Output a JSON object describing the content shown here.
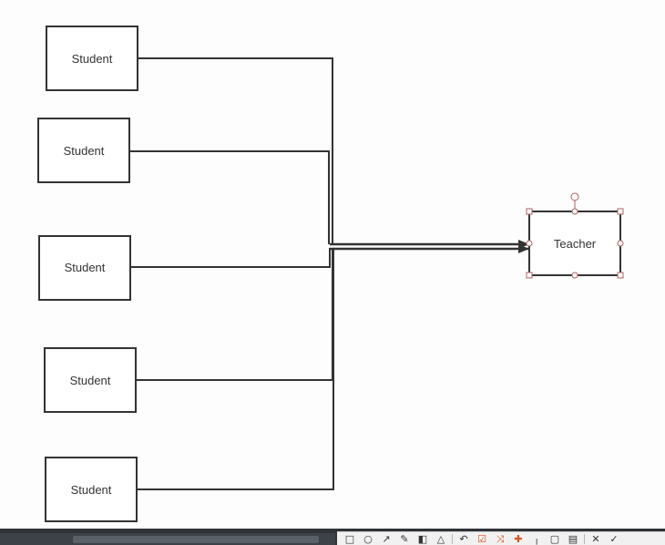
{
  "nodes": {
    "students": [
      {
        "label": "Student"
      },
      {
        "label": "Student"
      },
      {
        "label": "Student"
      },
      {
        "label": "Student"
      },
      {
        "label": "Student"
      }
    ],
    "teacher": {
      "label": "Teacher",
      "selected": true
    }
  },
  "colors": {
    "stroke": "#333333",
    "node_fill": "#ffffff",
    "selection_handle": "#b06060"
  },
  "toolbar": {
    "tools": [
      {
        "name": "rectangle-tool-icon",
        "glyph": "□"
      },
      {
        "name": "ellipse-tool-icon",
        "glyph": "○"
      },
      {
        "name": "arrow-tool-icon",
        "glyph": "↗"
      },
      {
        "name": "pencil-tool-icon",
        "glyph": "✎"
      },
      {
        "name": "fill-tool-icon",
        "glyph": "◧"
      },
      {
        "name": "triangle-tool-icon",
        "glyph": "△"
      },
      {
        "name": "undo-icon",
        "glyph": "↶"
      },
      {
        "name": "checkbox-tool-icon",
        "glyph": "☑"
      },
      {
        "name": "connector-tool-icon",
        "glyph": "⤨"
      },
      {
        "name": "pin-tool-icon",
        "glyph": "✚"
      },
      {
        "name": "line-tool-icon",
        "glyph": "╷"
      },
      {
        "name": "frame-tool-icon",
        "glyph": "▢"
      },
      {
        "name": "note-tool-icon",
        "glyph": "▤"
      },
      {
        "name": "close-icon",
        "glyph": "✕"
      },
      {
        "name": "check-icon",
        "glyph": "✓"
      }
    ]
  }
}
